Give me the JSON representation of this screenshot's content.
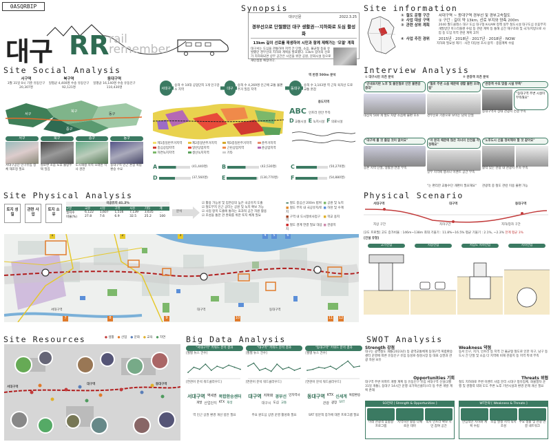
{
  "header": {
    "id_tag": "0ASQRBIP",
    "logo_main": "대구",
    "logo_rr": "RR",
    "logo_sub1": "rail",
    "logo_sub2": "remember"
  },
  "synopsis": {
    "title": "Synopsis",
    "news_source": "대구신문",
    "news_date": "2022.3.25",
    "headline": "경부선으로 단절됐던 대구 생활권···지하화로 도심 활성화",
    "subheadline": "13km 길이 선로를 재생하여 시민과 함께 제해가는 '모델' 계획",
    "body": "대구서는 도심을 관통하며 지역 간 단절, 소음, 불균형 등을 유발했던 경부선의 지하화 계획을 발표했다. 13km 길이의 선로가 지하화되면 상부 공간은 시민을 위한 공원, 문화시설 등으로 재탄생할 예정이다."
  },
  "site_info": {
    "title": "Site information",
    "rows": [
      {
        "num": "①",
        "key": "철도 운행 구간",
        "val": "서대구역 ~ 동대구역 경부선 및 경부고속철도"
      },
      {
        "num": "②",
        "key": "사업 대상 구역",
        "val": "① 구간 : 길이 약 13km, 선로 부지와 양측 200m"
      },
      {
        "num": "③",
        "key": "관련 상위 계획",
        "val": "2040 월드클래스 대구 도심   대구형 K-UAM 정책 실부 철도시설 대구도심 유휴부지 개발방안 마스터플랜 수립 등 관련 계획 등 통해 공간 재구조화 및 국가/지방으로 사업 등 도입 지역 관련 계획 고려"
      },
      {
        "num": "④",
        "key": "사업 추진 경위",
        "val": "2015년 · 2018년 · 2017년 · 2018년 · NOW"
      }
    ],
    "timeline_note": "지하화 필요성 제기 · 사전 타당성 조사 용역 · 종합계획 수립"
  },
  "social": {
    "title": "Site Social Analysis",
    "districts": [
      {
        "name": "서구역",
        "stats": "3월 31일 0시 기준 유동인구 20,307명"
      },
      {
        "name": "북구역",
        "stats": "일평균 4,400명 수송 유동인구 92,121명"
      },
      {
        "name": "동대구역",
        "stats": "일평균 16,140명 수송 유동인구 110,430명"
      }
    ],
    "map_labels": [
      "서구",
      "북구",
      "중구",
      "동구"
    ],
    "photo_labels": [
      "서구",
      "북구",
      "중구",
      "동구"
    ],
    "photo_captions": [
      "서대구공단 인구유입 정체 재조정 필요",
      "철로변 소음 노후 불량주택 밀집",
      "도시재생 지역 오래된 역사 경관",
      "동대구역 인근 혼잡 복합환승 수요"
    ],
    "stages": [
      {
        "name": "서대구",
        "text": "승객 수 10대 공업단지 1개 인구감소 지역"
      },
      {
        "name": "대구",
        "text": "승객 수 4,269명 인근에 교통 불편 주거 밀집 지역"
      },
      {
        "name": "동대구",
        "text": "승객 수 3,103명 역 근처 육차선 도로 교통 혼잡"
      }
    ],
    "radius_label": "역 반경 500m 분석",
    "zoning_title": "용도지역",
    "abc_label": "ABC",
    "abc_caption": "인프라 현안 부족",
    "letters": [
      {
        "k": "D",
        "t": "교통시설"
      },
      {
        "k": "E",
        "t": "녹지시설"
      },
      {
        "k": "F",
        "t": "의료시설"
      }
    ],
    "legend": [
      "제1종일반주거지역",
      "제2종일반주거지역",
      "제3종일반주거지역",
      "준주거지역",
      "중심상업지역",
      "일반상업지역",
      "근린상업지역",
      "준공업지역",
      "자연녹지지역",
      "생산녹지지역",
      "기타"
    ],
    "bars": [
      {
        "k": "A",
        "v": "(41,440명)"
      },
      {
        "k": "B",
        "v": "(42,530명)"
      },
      {
        "k": "C",
        "v": "(50,270명)"
      },
      {
        "k": "D",
        "v": "(37,560명)"
      },
      {
        "k": "E",
        "v": "(130,770명)"
      },
      {
        "k": "F",
        "v": "(54,880명)"
      }
    ]
  },
  "interview": {
    "title": "Interview Analysis",
    "sub1": "① 대구시민 의견 분석",
    "sub2": "② 관광객 의견 분석",
    "quotes": [
      "\"안내표지판 노후 및 불친절로 인한 불편감 증대\"",
      "\"철로 주변 소음 때문에 생활 불편 오래됨\"",
      "\"관광객 수요 맞춤 시설 부족\"",
      "\"동대구역 주변 시설이 부족해요\"",
      "\"대구에 볼 것 즐길 것이 없어요\"",
      "\"아 분리 때문에 많은 자녀의 안전을 걱정해요\"",
      "\"는 편리한 교통수단 개편이 필요해요\"",
      "\"노후도시 신을 정비해야 할 것 같아요\""
    ],
    "captions": [
      "대상지 500 개 철도 차량 소음에 불편 호소",
      "경부선로 기준으로 보이는 남북 단절",
      "동대구역사 상태 관광지 연결 부족",
      "농촌 지역 단절, 생활권 연결 부족",
      "일부 지역에 행사나 이벤트 공간 부족",
      "관광객 중 철도 관련 이용 불편 가능",
      "활력 있는 관광 내 관광지 주차 부족"
    ]
  },
  "physical": {
    "title": "Site Physical Analysis",
    "tags": [
      "토지 성질",
      "관련 사업",
      "토지 소유"
    ],
    "table_title": "국공유지 41.2%",
    "table_head": [
      "구분",
      "국유",
      "시유",
      "구유",
      "사유",
      "기타",
      "계"
    ],
    "table_rows": [
      [
        "필지수",
        "6,122",
        "1,607",
        "1,516",
        "7,139",
        "3,635",
        "..."
      ],
      [
        "비율(%)",
        "27.8",
        "7.6",
        "6.9",
        "32.5",
        "25.2",
        "100"
      ]
    ],
    "analysis_label": "분석",
    "findings": [
      "활용 가능성 및 입면상의 높은 국공유지 도출",
      "철도부지 인근 공터는 공원 및 녹지 확보 가능",
      "사업 항목 도출에 통하는 효과적 공간 자원 활용",
      "조성을 통한 관 완화를 위한 토지 체계 필요"
    ],
    "legend_items": [
      "철도 중심선 200m 범위",
      "철도 부지 내 국공유지/토지",
      "구역 내 도시정비사업구역",
      "철도 경계 연결 필요 대상지",
      "공원 및 녹지",
      "하천 및 수계",
      "학교 용지",
      "관광지"
    ],
    "markers": [
      "1",
      "2",
      "3",
      "4",
      "5",
      "6",
      "7",
      "8",
      "9",
      "10",
      "11",
      "12"
    ],
    "station_labels": [
      "서대구역",
      "대구역",
      "동대구역"
    ],
    "sub_labels": [
      "서대구역",
      "대구역"
    ]
  },
  "scenario": {
    "title": "Physical Scenario",
    "stations": [
      "서대구역",
      "대구역",
      "동대구역"
    ],
    "profile_labels": [
      "지상 구간",
      "지하구간",
      "지하/장차 구간"
    ],
    "header_line": "[2도 프로필]   고도 증가비율 : 146m~138m   최대 기울기 : 11.8%~16.5%   평균 기울기 : 2.1%, ~2.3%",
    "legend_note": "한계 평균 3%",
    "plan_label": "[건설 유형]",
    "types": [
      "고가전입",
      "지상전입",
      "저심도 지하전입",
      "지하전입"
    ]
  },
  "resources": {
    "title": "Site Resources",
    "legend": [
      {
        "name": "생활",
        "color": "#c23b3b"
      },
      {
        "name": "산업",
        "color": "#e07a2a"
      },
      {
        "name": "문화",
        "color": "#5b7fb8"
      },
      {
        "name": "교육",
        "color": "#e0b02a"
      },
      {
        "name": "자연",
        "color": "#4e9b5e"
      }
    ],
    "map_labels": [
      "서대구역",
      "대구역",
      "동대구역"
    ]
  },
  "bigdata": {
    "title": "Big Data Analysis",
    "panels": [
      {
        "name": "\"서대구역\" 키워드 분석 결과",
        "sub": "[월별 뉴스 건수]",
        "cloud_title": "[연관어 분석 워드클라우드]",
        "words": [
          "서대구역",
          "역세권",
          "복합환승센터",
          "개발",
          "산업단지",
          "KTX",
          "재생"
        ],
        "foot": "역 인근 상권 환경 개선 방안 필요"
      },
      {
        "name": "\"대구역\" 키워드 분석 결과",
        "sub": "[월별 뉴스 건수]",
        "cloud_title": "[연관어 분석 워드클라우드]",
        "words": [
          "대구역",
          "지하화",
          "경부선",
          "민자역사",
          "대구시",
          "도심",
          "교통"
        ],
        "foot": "주요 원도심 상권 운영 활성화 필요"
      },
      {
        "name": "\"동대구역\" 키워드 분석 결과",
        "sub": "[월별 뉴스 건수]",
        "cloud_title": "[연관어 분석 워드클라우드]",
        "words": [
          "동대구역",
          "KTX",
          "신세계",
          "복합환승",
          "관광",
          "광장",
          "SRT"
        ],
        "foot": "SRT 방문객 증가에 대한 프로그램 필요"
      }
    ],
    "chart_data": [
      {
        "type": "line",
        "series": [
          {
            "values": [
              30,
              55,
              45,
              70,
              40,
              60,
              50,
              65,
              55,
              45
            ]
          }
        ],
        "ylim": [
          0,
          100
        ]
      },
      {
        "type": "line",
        "series": [
          {
            "values": [
              60,
              75,
              40,
              50,
              35,
              70,
              45,
              55,
              40,
              50
            ]
          }
        ],
        "ylim": [
          0,
          100
        ]
      },
      {
        "type": "line",
        "series": [
          {
            "values": [
              40,
              45,
              55,
              50,
              60,
              45,
              65,
              85,
              55,
              60
            ]
          }
        ],
        "ylim": [
          0,
          100
        ]
      }
    ]
  },
  "swot": {
    "title": "SWOT Analysis",
    "strength_title": "Strength 강점",
    "strength_text": "대구는 광역철도 개통(2023년) 등 광역교통체계 동대구역 복합환승센터 운영에 따른 유동인구 유입 동성로·칠성시장 등 대표 상권과 관광 자원 보유",
    "weakness_title": "Weakness 약점",
    "weakness_text": "동서 인구, 지가, 인프라 등 지역 간 불균형 철도로 인한 북구, 남구 등 도시 간 단절 및 소음 다 지역에 비해 관광지 등 지역 특색 부족",
    "opp_title": "Opportunities 기회",
    "opp_text": "대구역 주변 아파트 개발 계획 등 유동인구 유입 서대구역 신설(3월 31일 개통), 동대구 14시간 운행 국가혁신클러스터 등 주변 개발 계획 존재",
    "threat_title": "Threats 위협",
    "threat_text": "철도 지하화로 주변 이벤트 사업 분리 시대구 정유업체, 화물열차 운행 및 경쟁력 약화 도도 주변 노후 기반시설과 환경 문제 개선 필요",
    "so_label": "SO전략 [ Strength & Opportunities ]",
    "wt_label": "WT전략 [ Weakness & Threats ]",
    "so_items": [
      "미래 관광객 맞춤형 프로그램",
      "지역자산 활용 다채로운 테마",
      "녹지 인프라 확보 시민 참여 공간"
    ],
    "wt_items": [
      "한심적인 지하화 계획 수립",
      "소음 발생 지역 녹지 조성",
      "주요 생활 및 관광 연결 네트워크"
    ]
  }
}
